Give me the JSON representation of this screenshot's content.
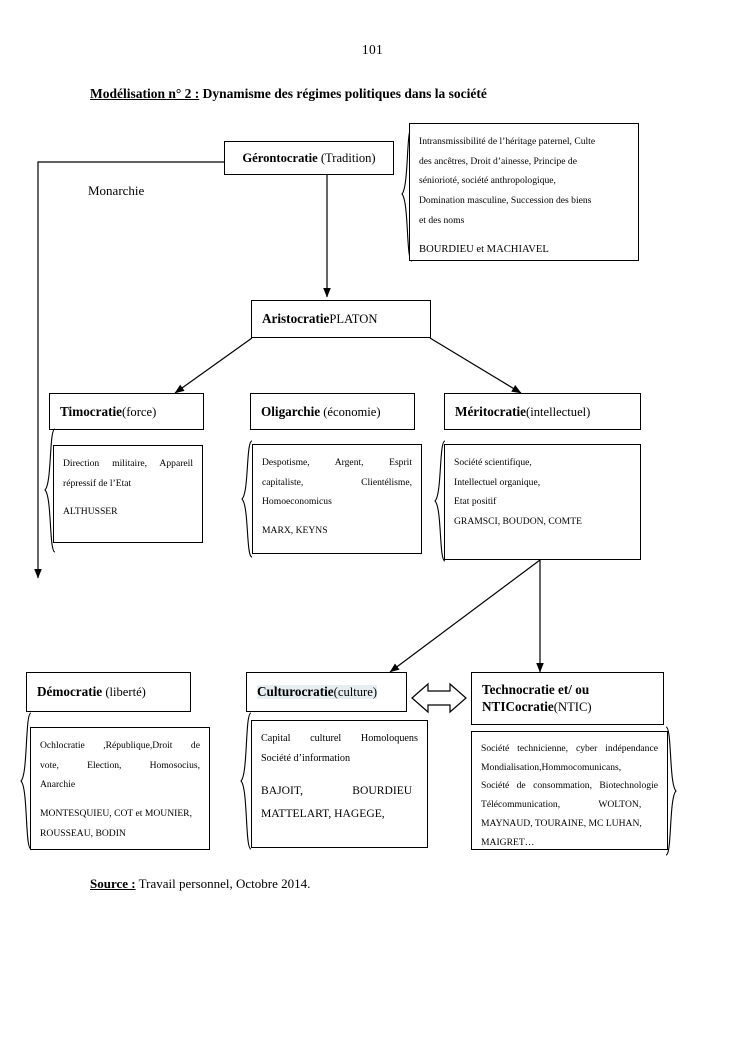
{
  "page": {
    "number": "101",
    "title_underlined": "Modélisation n° 2 :",
    "title_rest": " Dynamisme des régimes politiques dans la société",
    "source_label": "Source :",
    "source_text": " Travail personnel, Octobre 2014."
  },
  "labels": {
    "monarchie": "Monarchie"
  },
  "nodes": {
    "gerontocratie": {
      "bold": "Gérontocratie",
      "regular": " (Tradition)"
    },
    "aristocratie": {
      "bold": "Aristocratie",
      "regular": "PLATON"
    },
    "timocratie": {
      "bold": "Timocratie",
      "regular": "(force)"
    },
    "oligarchie": {
      "bold": "Oligarchie",
      "regular": " (économie)"
    },
    "meritocratie": {
      "bold": "Méritocratie",
      "regular": "(intellectuel)"
    },
    "democratie": {
      "bold": "Démocratie",
      "regular": " (liberté)"
    },
    "culturocratie": {
      "bold": "Culturocratie",
      "regular": "(culture)",
      "highlight_color": "#e7eef1"
    },
    "technocratie": {
      "bold_line1": "Technocratie et/ ou",
      "bold_line2": "NTICocratie",
      "regular": "(NTIC)"
    }
  },
  "details": {
    "tradition": {
      "lines": [
        "Intransmissibilité de l’héritage paternel, Culte",
        "des ancêtres,  Droit d’ainesse,  Principe de",
        "séniorioté, société anthropologique,",
        "Domination masculine, Succession des biens",
        "et des noms"
      ],
      "authors": "BOURDIEU et MACHIAVEL"
    },
    "timocratie": {
      "lines": [
        "Direction militaire, Appareil",
        "répressif de l’Etat"
      ],
      "authors": "ALTHUSSER"
    },
    "oligarchie": {
      "lines": [
        "Despotisme, Argent, Esprit",
        "capitaliste, Clientélisme,",
        "Homoeconomicus"
      ],
      "authors": "MARX,  KEYNS"
    },
    "meritocratie": {
      "lines": [
        "Société scientifique,",
        " Intellectuel organique,",
        " Etat  positif"
      ],
      "authors": "GRAMSCI, BOUDON, COMTE"
    },
    "democratie": {
      "lines": [
        "Ochlocratie ,République,Droit de",
        "vote, Election, Homosocius,",
        "Anarchie"
      ],
      "authors_line1": "MONTESQUIEU, COT et MOUNIER,",
      "authors_line2": "ROUSSEAU, BODIN"
    },
    "culturocratie": {
      "lines": [
        "Capital culturel Homoloquens",
        "Société d’information"
      ],
      "authors_line1": "BAJOIT,                 BOURDIEU",
      "authors_line2": "MATTELART, HAGEGE,"
    },
    "technocratie": {
      "lines": [
        "Société technicienne, cyber indépendance",
        "Mondialisation,Hommocomunicans,",
        "Société de consommation, Biotechnologie"
      ],
      "authors_line1": "Télécommunication,                WOLTON,",
      "authors_line2": "MAYNAUD, TOURAINE, MC LUHAN,",
      "authors_line3": "MAIGRET…"
    }
  },
  "connectors": {
    "double_arrow_label": "bidirectional-relation"
  }
}
